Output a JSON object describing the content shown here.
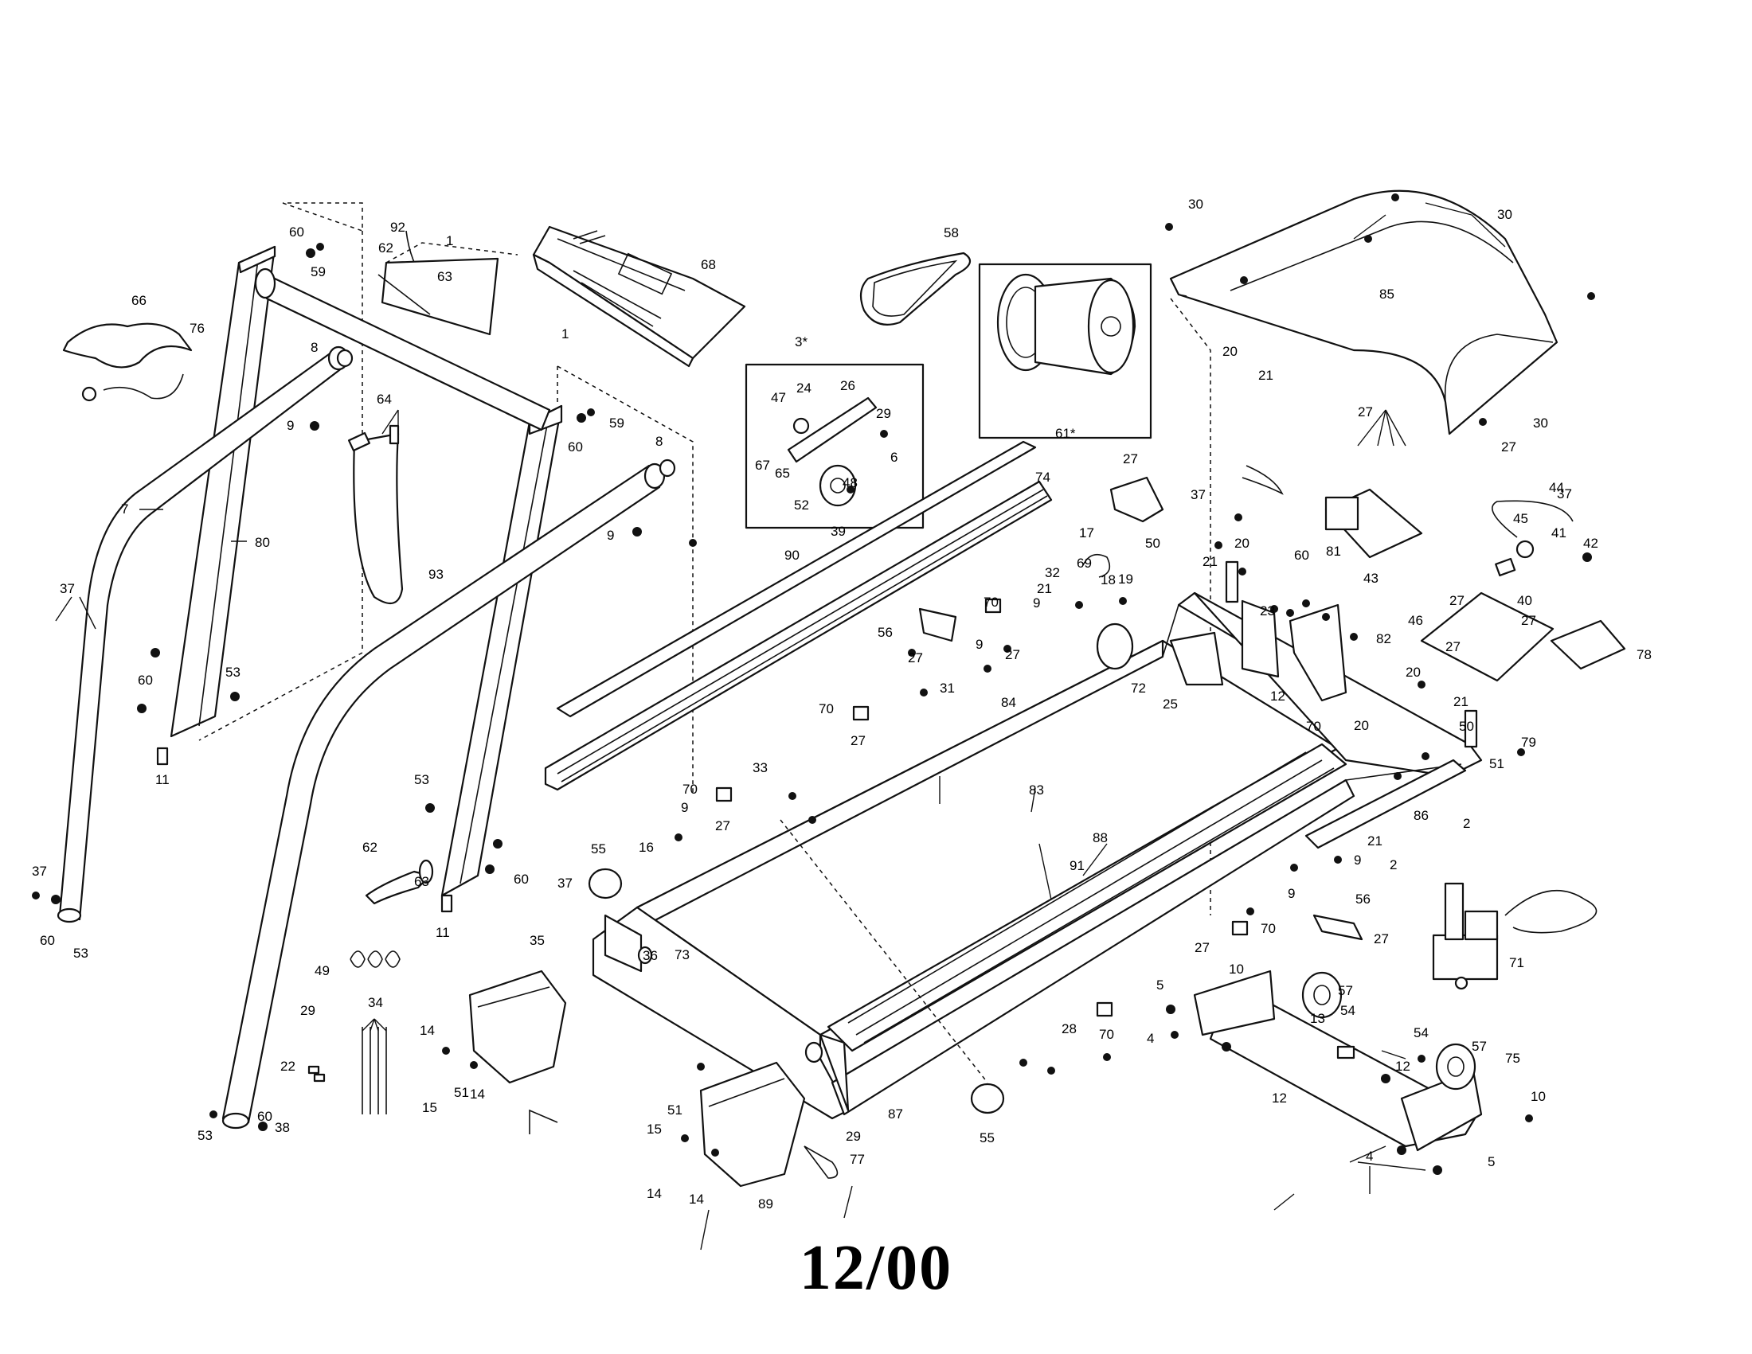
{
  "labels": [
    "1",
    "1",
    "2",
    "2",
    "3*",
    "4",
    "4",
    "5",
    "5",
    "6",
    "7",
    "8",
    "8",
    "9",
    "9",
    "9",
    "9",
    "9",
    "9",
    "9",
    "10",
    "10",
    "11",
    "11",
    "12",
    "12",
    "12",
    "13",
    "14",
    "14",
    "14",
    "14",
    "15",
    "15",
    "16",
    "17",
    "18",
    "19",
    "20",
    "20",
    "20",
    "20",
    "21",
    "21",
    "21",
    "21",
    "21",
    "22",
    "23",
    "24",
    "25",
    "26",
    "27",
    "27",
    "27",
    "27",
    "27",
    "27",
    "27",
    "27",
    "27",
    "27",
    "27",
    "27",
    "28",
    "29",
    "29",
    "29",
    "30",
    "30",
    "30",
    "31",
    "32",
    "33",
    "34",
    "35",
    "36",
    "37",
    "37",
    "37",
    "37",
    "37",
    "38",
    "39",
    "40",
    "41",
    "42",
    "43",
    "44",
    "45",
    "46",
    "47",
    "48",
    "49",
    "50",
    "50",
    "51",
    "51",
    "51",
    "52",
    "53",
    "53",
    "53",
    "53",
    "54",
    "54",
    "55",
    "55",
    "56",
    "56",
    "57",
    "57",
    "58",
    "59",
    "59",
    "60",
    "60",
    "60",
    "60",
    "60",
    "60",
    "60",
    "61*",
    "62",
    "62",
    "63",
    "63",
    "64",
    "65",
    "66",
    "67",
    "68",
    "69",
    "70",
    "70",
    "70",
    "70",
    "70",
    "70",
    "71",
    "72",
    "73",
    "74",
    "75",
    "76",
    "77",
    "78",
    "79",
    "80",
    "81",
    "82",
    "83",
    "84",
    "85",
    "86",
    "87",
    "88",
    "89",
    "90",
    "91",
    "92",
    "93"
  ],
  "footer_date": "12/00",
  "colors": {
    "ink": "#111111",
    "paper": "#ffffff"
  }
}
